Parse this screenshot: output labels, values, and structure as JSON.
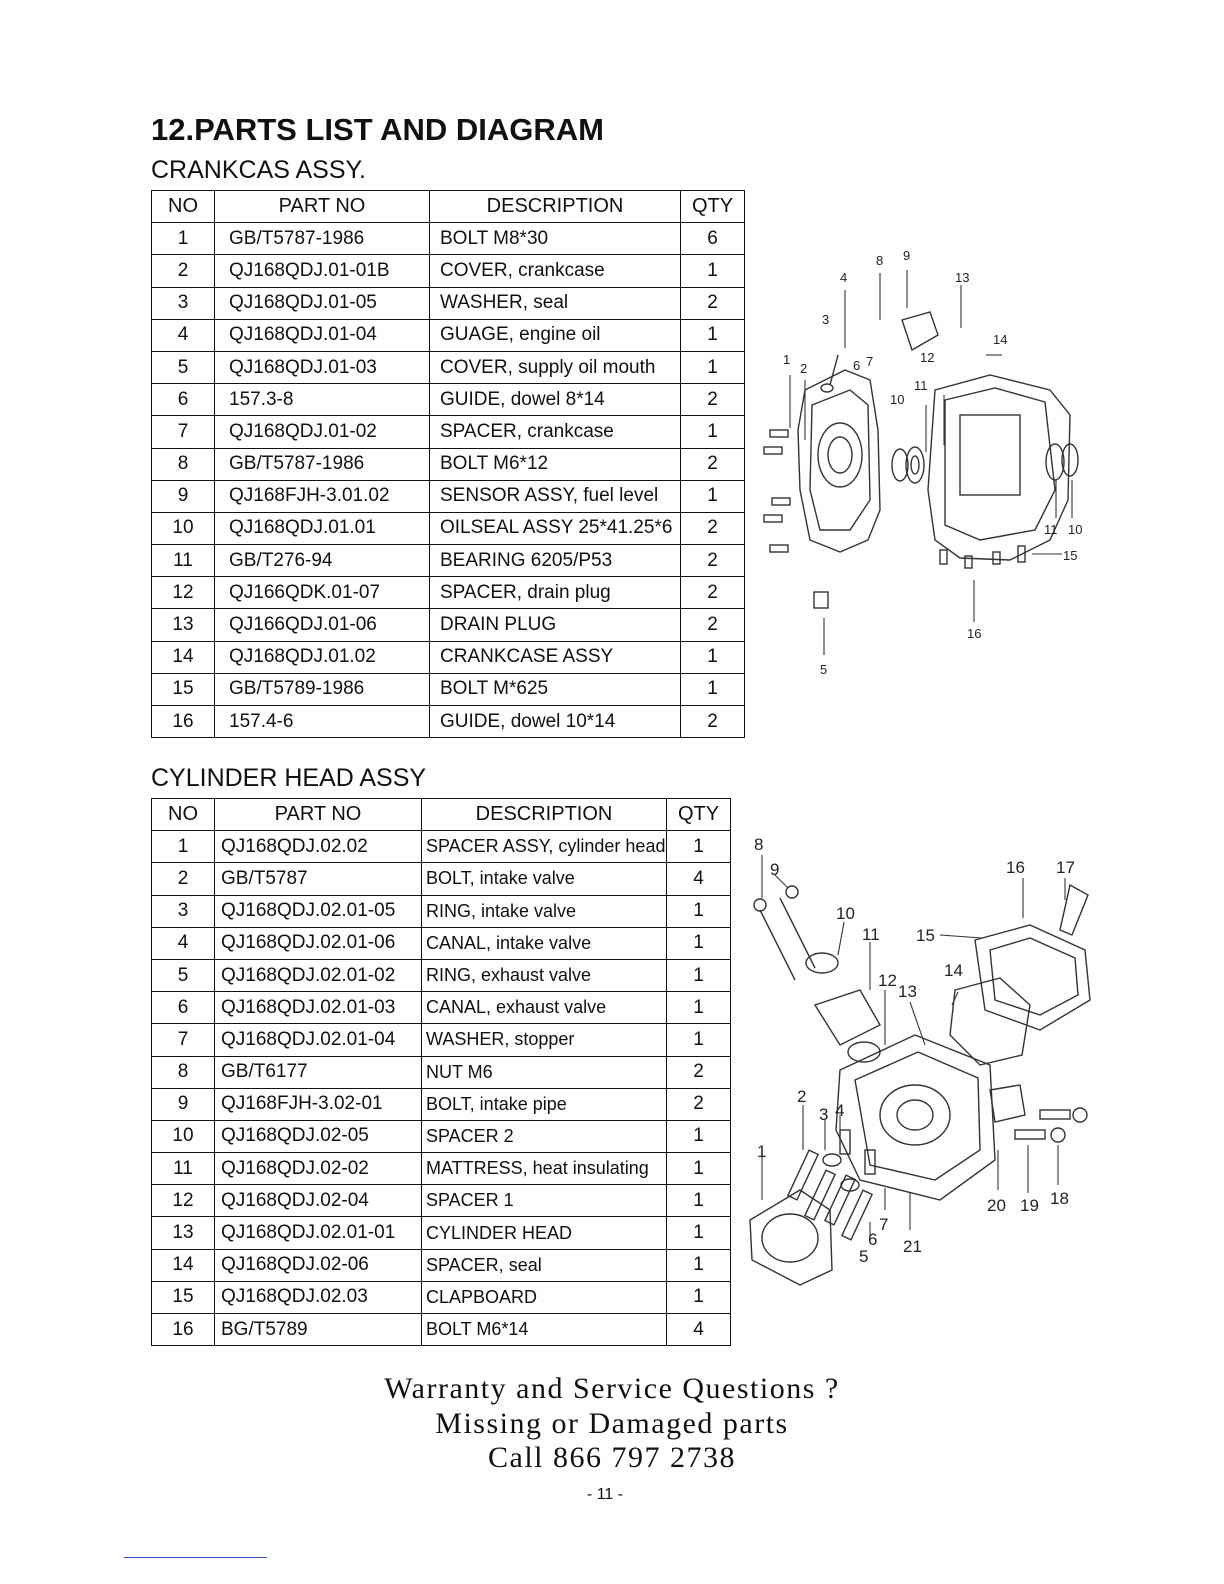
{
  "heading": "12.PARTS LIST AND DIAGRAM",
  "crankcase": {
    "title": "CRANKCAS ASSY.",
    "headers": [
      "NO",
      "PART NO",
      "DESCRIPTION",
      "QTY"
    ],
    "rows": [
      [
        "1",
        "GB/T5787-1986",
        "BOLT  M8*30",
        "6"
      ],
      [
        "2",
        "QJ168QDJ.01-01B",
        "COVER, crankcase",
        "1"
      ],
      [
        "3",
        "QJ168QDJ.01-05",
        "WASHER, seal",
        "2"
      ],
      [
        "4",
        "QJ168QDJ.01-04",
        "GUAGE, engine oil",
        "1"
      ],
      [
        "5",
        "QJ168QDJ.01-03",
        "COVER, supply oil mouth",
        "1"
      ],
      [
        "6",
        "157.3-8",
        "GUIDE, dowel 8*14",
        "2"
      ],
      [
        "7",
        "QJ168QDJ.01-02",
        "SPACER, crankcase",
        "1"
      ],
      [
        "8",
        "GB/T5787-1986",
        "BOLT  M6*12",
        "2"
      ],
      [
        "9",
        "QJ168FJH-3.01.02",
        "SENSOR ASSY, fuel level",
        "1"
      ],
      [
        "10",
        "QJ168QDJ.01.01",
        "OILSEAL ASSY 25*41.25*6",
        "2"
      ],
      [
        "11",
        "GB/T276-94",
        "BEARING 6205/P53",
        "2"
      ],
      [
        "12",
        "QJ166QDK.01-07",
        "SPACER, drain plug",
        "2"
      ],
      [
        "13",
        "QJ166QDJ.01-06",
        "DRAIN PLUG",
        "2"
      ],
      [
        "14",
        "QJ168QDJ.01.02",
        "CRANKCASE ASSY",
        "1"
      ],
      [
        "15",
        "GB/T5789-1986",
        "BOLT  M*625",
        "1"
      ],
      [
        "16",
        "157.4-6",
        "GUIDE, dowel  10*14",
        "2"
      ]
    ],
    "diagram_labels": [
      "1",
      "2",
      "3",
      "4",
      "5",
      "6",
      "7",
      "8",
      "9",
      "10",
      "11",
      "12",
      "13",
      "14",
      "10",
      "11",
      "15",
      "16"
    ]
  },
  "cylinder_head": {
    "title": "CYLINDER  HEAD  ASSY",
    "headers": [
      "NO",
      "PART NO",
      "DESCRIPTION",
      "QTY"
    ],
    "rows": [
      [
        "1",
        "QJ168QDJ.02.02",
        "SPACER ASSY, cylinder head",
        "1"
      ],
      [
        "2",
        "GB/T5787",
        "BOLT, intake valve",
        "4"
      ],
      [
        "3",
        "QJ168QDJ.02.01-05",
        "RING, intake valve",
        "1"
      ],
      [
        "4",
        "QJ168QDJ.02.01-06",
        "CANAL, intake valve",
        "1"
      ],
      [
        "5",
        "QJ168QDJ.02.01-02",
        "RING, exhaust valve",
        "1"
      ],
      [
        "6",
        "QJ168QDJ.02.01-03",
        "CANAL, exhaust valve",
        "1"
      ],
      [
        "7",
        "QJ168QDJ.02.01-04",
        "WASHER, stopper",
        "1"
      ],
      [
        "8",
        "GB/T6177",
        "NUT  M6",
        "2"
      ],
      [
        "9",
        "QJ168FJH-3.02-01",
        "BOLT, intake pipe",
        "2"
      ],
      [
        "10",
        "QJ168QDJ.02-05",
        "SPACER 2",
        "1"
      ],
      [
        "11",
        "QJ168QDJ.02-02",
        "MATTRESS, heat insulating",
        "1"
      ],
      [
        "12",
        "QJ168QDJ.02-04",
        "SPACER 1",
        "1"
      ],
      [
        "13",
        "QJ168QDJ.02.01-01",
        "CYLINDER HEAD",
        "1"
      ],
      [
        "14",
        "QJ168QDJ.02-06",
        "SPACER, seal",
        "1"
      ],
      [
        "15",
        "QJ168QDJ.02.03",
        "CLAPBOARD",
        "1"
      ],
      [
        "16",
        "BG/T5789",
        "BOLT  M6*14",
        "4"
      ]
    ],
    "diagram_labels": [
      "8",
      "9",
      "10",
      "11",
      "12",
      "13",
      "14",
      "15",
      "16",
      "17",
      "2",
      "3",
      "4",
      "1",
      "7",
      "6",
      "5",
      "21",
      "20",
      "19",
      "18"
    ]
  },
  "footer": {
    "line1": "Warranty and Service Questions ?",
    "line2": "Missing or Damaged parts",
    "line3": "Call 866 797 2738"
  },
  "page_number": "- 11 -"
}
